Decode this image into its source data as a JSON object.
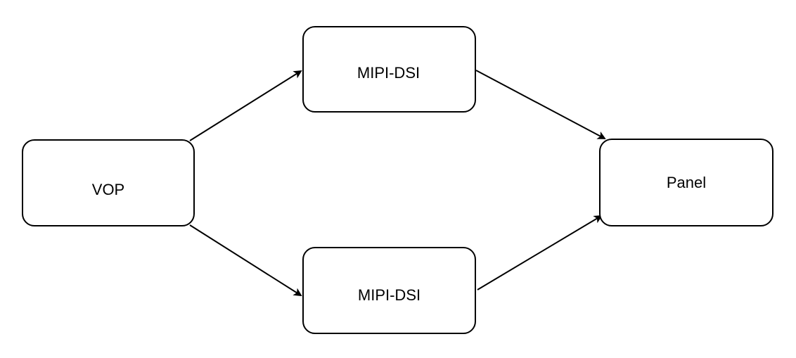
{
  "diagram": {
    "nodes": {
      "vop": "VOP",
      "mipi_top": "MIPI-DSI",
      "mipi_bottom": "MIPI-DSI",
      "panel": "Panel"
    },
    "edges": [
      {
        "from": "VOP",
        "to": "MIPI-DSI (top)"
      },
      {
        "from": "VOP",
        "to": "MIPI-DSI (bottom)"
      },
      {
        "from": "MIPI-DSI (top)",
        "to": "Panel"
      },
      {
        "from": "MIPI-DSI (bottom)",
        "to": "Panel"
      }
    ],
    "colors": {
      "stroke": "#000000",
      "fill": "#ffffff",
      "text": "#000000"
    }
  }
}
